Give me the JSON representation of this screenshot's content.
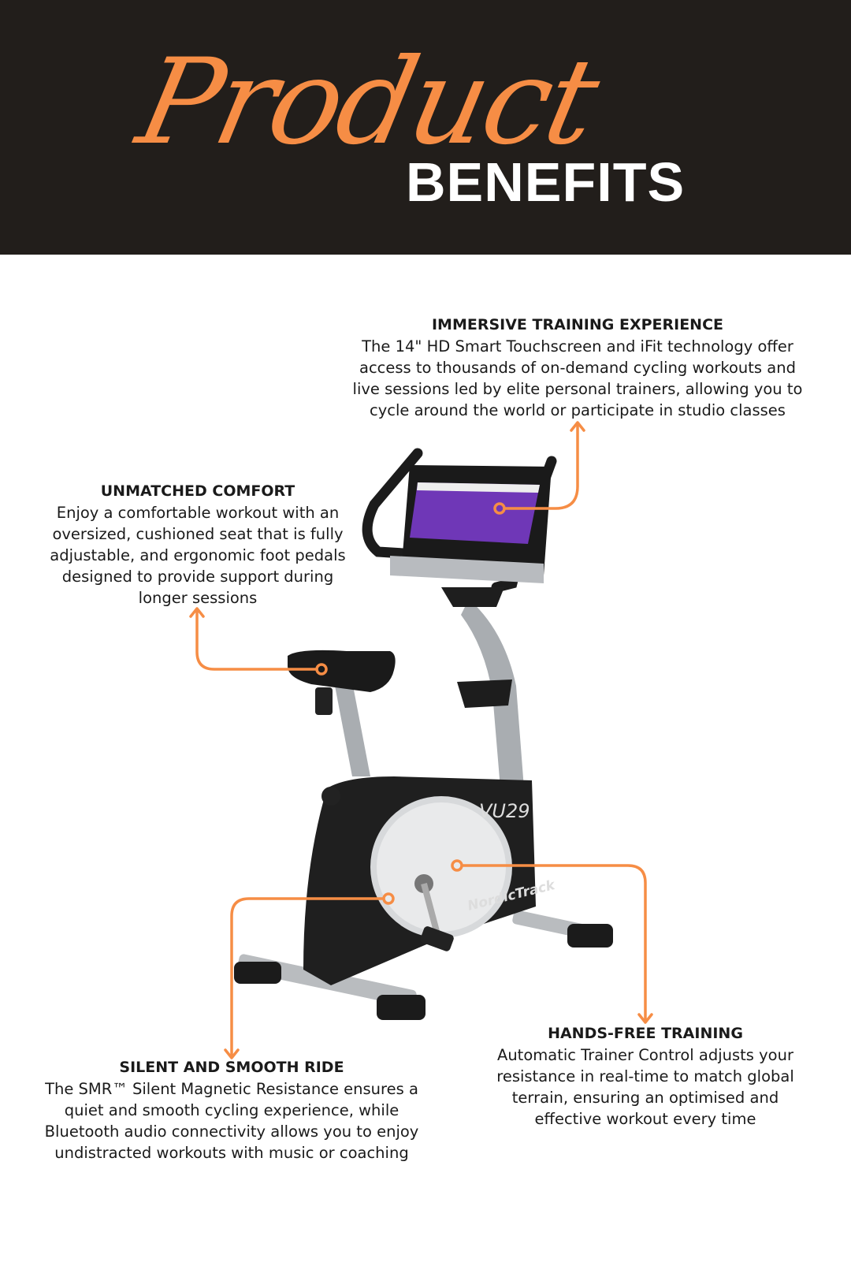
{
  "header": {
    "script_title": "Product",
    "title": "BENEFITS"
  },
  "accent_color": "#f68d45",
  "features": [
    {
      "title": "IMMERSIVE TRAINING EXPERIENCE",
      "description": "The 14\" HD Smart Touchscreen and iFit technology offer\naccess to thousands of on-demand cycling workouts and\nlive sessions led by elite personal trainers, allowing you to\ncycle around the world or participate in studio classes"
    },
    {
      "title": "UNMATCHED COMFORT",
      "description": "Enjoy a comfortable workout with an\noversized, cushioned seat that is fully\nadjustable, and ergonomic foot pedals\ndesigned to provide support during\nlonger sessions"
    },
    {
      "title": "SILENT AND SMOOTH RIDE",
      "description": "The SMR™ Silent Magnetic Resistance ensures a\nquiet and smooth cycling experience, while\nBluetooth audio connectivity allows you to enjoy\nundistracted workouts with music or coaching"
    },
    {
      "title": "HANDS-FREE TRAINING",
      "description": "Automatic Trainer Control adjusts your\nresistance in real-time to match global\nterrain, ensuring an optimised and\neffective workout every time"
    }
  ],
  "product": {
    "model": "VU29",
    "brand": "NordicTrack"
  }
}
